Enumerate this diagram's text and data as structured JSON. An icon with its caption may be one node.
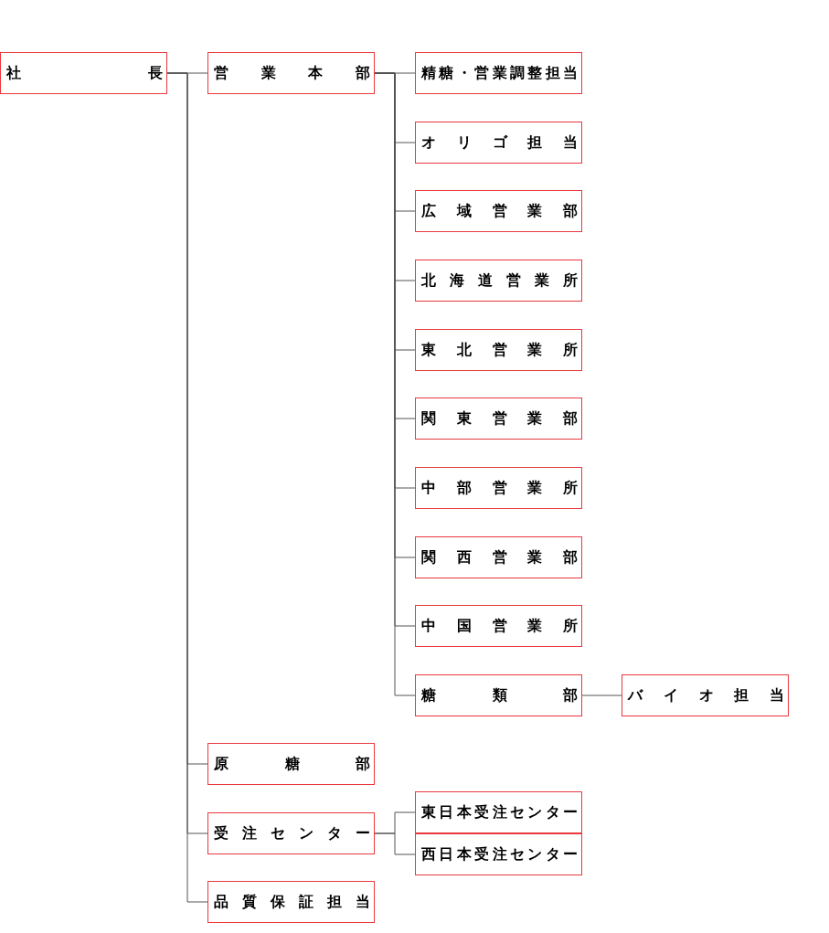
{
  "diagram": {
    "nodes": [
      {
        "text": [
          "社長"
        ]
      },
      {
        "text": [
          "営業本部"
        ]
      },
      {
        "text": [
          "精糖・営業調整担当"
        ]
      },
      {
        "text": [
          "オリゴ担当"
        ]
      },
      {
        "text": [
          "広域営業部"
        ]
      },
      {
        "text": [
          "北海道営業所"
        ]
      },
      {
        "text": [
          "東北営業所"
        ]
      },
      {
        "text": [
          "関東営業部"
        ]
      },
      {
        "text": [
          "中部営業所"
        ]
      },
      {
        "text": [
          "関西営業部"
        ]
      },
      {
        "text": [
          "中国営業所"
        ]
      },
      {
        "text": [
          "糖類部"
        ]
      },
      {
        "text": [
          "バイオ担当"
        ]
      },
      {
        "text": [
          "原糖部"
        ]
      },
      {
        "text": [
          "受注センター"
        ]
      },
      {
        "text": [
          "東日本受注センター"
        ]
      },
      {
        "text": [
          "西日本受注センター"
        ]
      },
      {
        "text": [
          "品質保証担当"
        ]
      }
    ],
    "edges": [
      {
        "from": 0,
        "to": 1,
        "arrow": "none"
      },
      {
        "from": 0,
        "to": 13,
        "arrow": "none"
      },
      {
        "from": 0,
        "to": 14,
        "arrow": "none"
      },
      {
        "from": 0,
        "to": 17,
        "arrow": "none"
      },
      {
        "from": 1,
        "to": 2,
        "arrow": "none"
      },
      {
        "from": 1,
        "to": 3,
        "arrow": "none"
      },
      {
        "from": 1,
        "to": 4,
        "arrow": "none"
      },
      {
        "from": 1,
        "to": 5,
        "arrow": "none"
      },
      {
        "from": 1,
        "to": 6,
        "arrow": "none"
      },
      {
        "from": 1,
        "to": 7,
        "arrow": "none"
      },
      {
        "from": 1,
        "to": 8,
        "arrow": "none"
      },
      {
        "from": 1,
        "to": 9,
        "arrow": "none"
      },
      {
        "from": 1,
        "to": 10,
        "arrow": "none"
      },
      {
        "from": 1,
        "to": 11,
        "arrow": "none"
      },
      {
        "from": 11,
        "to": 12,
        "arrow": "none"
      },
      {
        "from": 14,
        "to": 15,
        "arrow": "none"
      },
      {
        "from": 14,
        "to": 16,
        "arrow": "none"
      }
    ]
  }
}
